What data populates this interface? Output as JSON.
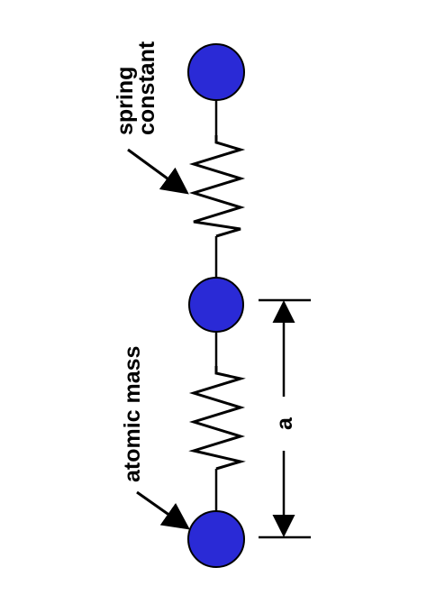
{
  "labels": {
    "spring_line1": "spring",
    "spring_line2": "constant",
    "atomic_mass": "atomic mass",
    "lattice_constant": "a"
  },
  "colors": {
    "atom_fill": "#2a2ad6",
    "line": "#000000",
    "background": "#ffffff"
  }
}
